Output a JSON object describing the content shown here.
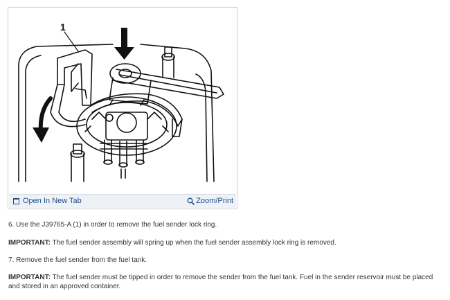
{
  "figure": {
    "callout": "1",
    "open_link": "Open In New Tab",
    "zoom_link": "Zoom/Print",
    "icons": {
      "open": "new-tab-icon",
      "zoom": "magnifier-icon"
    }
  },
  "steps": [
    {
      "number": "6.",
      "text": "Use the J39765-A (1) in order to remove the fuel sender lock ring."
    },
    {
      "number": "7.",
      "text": "Remove the fuel sender from the fuel tank."
    }
  ],
  "notes": [
    {
      "label": "IMPORTANT:",
      "text": "The fuel sender assembly will spring up when the fuel sender assembly lock ring is removed."
    },
    {
      "label": "IMPORTANT:",
      "text": "The fuel sender must be tipped in order to remove the sender from the fuel tank. Fuel in the sender reservoir must be placed and stored in an approved container."
    }
  ],
  "colors": {
    "link": "#1f4e8c",
    "bar": "#eef1f6",
    "border": "#c7d0dc",
    "text": "#333333"
  }
}
